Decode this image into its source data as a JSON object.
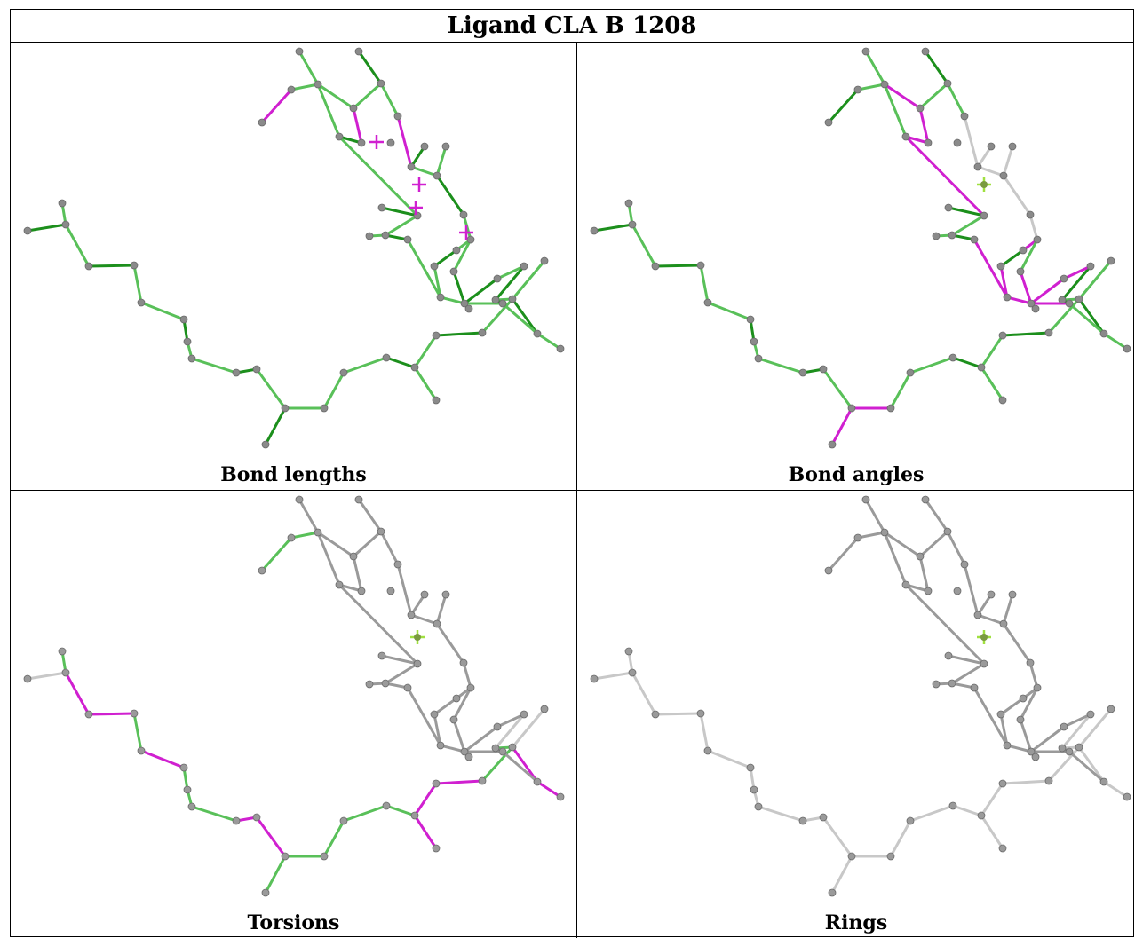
{
  "title": "Ligand CLA B 1208",
  "panels": [
    {
      "id": "p1",
      "caption": "Bond lengths"
    },
    {
      "id": "p2",
      "caption": "Bond angles"
    },
    {
      "id": "p3",
      "caption": "Torsions"
    },
    {
      "id": "p4",
      "caption": "Rings"
    }
  ],
  "colors": {
    "good_dark": "#1c8f1c",
    "good_light": "#59c059",
    "outlier": "#d020d0",
    "outlier_light": "#e070e0",
    "neutral": "#c8c8c8",
    "neutral_dark": "#9a9a9a",
    "atom": "#8a8a8a",
    "metal": "#a0e040"
  }
}
